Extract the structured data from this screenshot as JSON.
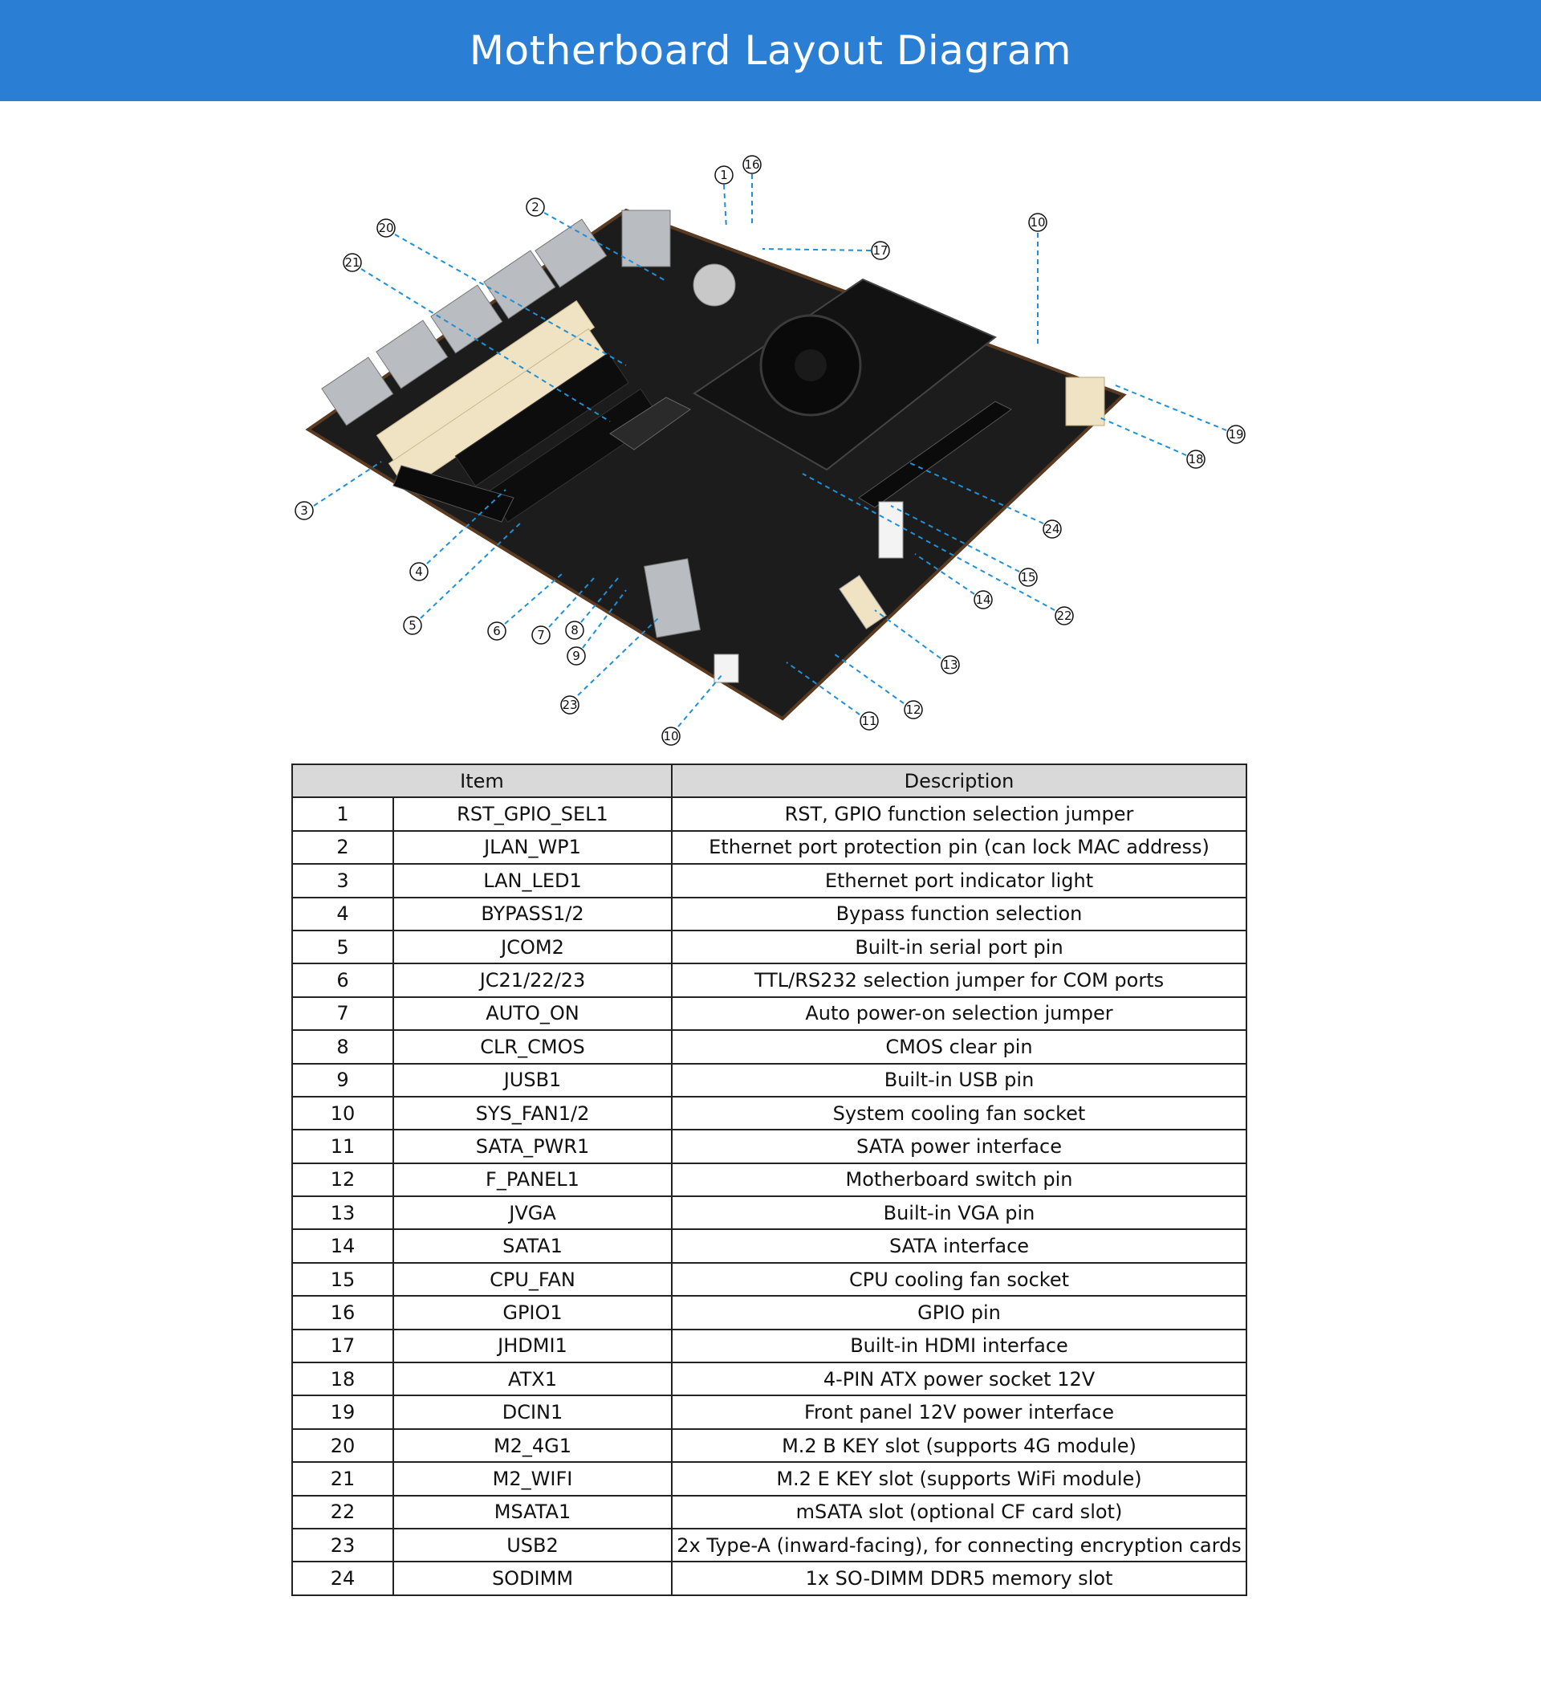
{
  "title": "Motherboard Layout Diagram",
  "colors": {
    "header": "#2a7fd4",
    "callout_line": "#1e90d6",
    "board": "#1c1c1c"
  },
  "callouts": [
    "1",
    "16",
    "2",
    "20",
    "21",
    "17",
    "10",
    "19",
    "18",
    "3",
    "24",
    "15",
    "14",
    "22",
    "4",
    "5",
    "6",
    "7",
    "8",
    "9",
    "13",
    "23",
    "12",
    "11",
    "10"
  ],
  "table": {
    "headers": [
      "Item",
      "Description"
    ],
    "rows": [
      [
        "1",
        "RST_GPIO_SEL1",
        "RST, GPIO function selection jumper"
      ],
      [
        "2",
        "JLAN_WP1",
        "Ethernet port protection pin (can lock MAC address)"
      ],
      [
        "3",
        "LAN_LED1",
        "Ethernet port indicator light"
      ],
      [
        "4",
        "BYPASS1/2",
        "Bypass function selection"
      ],
      [
        "5",
        "JCOM2",
        "Built-in serial port pin"
      ],
      [
        "6",
        "JC21/22/23",
        "TTL/RS232 selection jumper for COM ports"
      ],
      [
        "7",
        "AUTO_ON",
        "Auto power-on selection jumper"
      ],
      [
        "8",
        "CLR_CMOS",
        "CMOS clear pin"
      ],
      [
        "9",
        "JUSB1",
        "Built-in USB pin"
      ],
      [
        "10",
        "SYS_FAN1/2",
        "System cooling fan socket"
      ],
      [
        "11",
        "SATA_PWR1",
        "SATA power interface"
      ],
      [
        "12",
        "F_PANEL1",
        "Motherboard switch pin"
      ],
      [
        "13",
        "JVGA",
        "Built-in VGA pin"
      ],
      [
        "14",
        "SATA1",
        "SATA interface"
      ],
      [
        "15",
        "CPU_FAN",
        "CPU cooling fan socket"
      ],
      [
        "16",
        "GPIO1",
        "GPIO pin"
      ],
      [
        "17",
        "JHDMI1",
        "Built-in HDMI interface"
      ],
      [
        "18",
        "ATX1",
        "4-PIN ATX power socket 12V"
      ],
      [
        "19",
        "DCIN1",
        "Front panel 12V power interface"
      ],
      [
        "20",
        "M2_4G1",
        "M.2 B KEY slot (supports 4G module)"
      ],
      [
        "21",
        "M2_WIFI",
        "M.2 E KEY slot (supports WiFi module)"
      ],
      [
        "22",
        "MSATA1",
        "mSATA slot (optional CF card slot)"
      ],
      [
        "23",
        "USB2",
        "2x Type-A (inward-facing), for connecting encryption cards"
      ],
      [
        "24",
        "SODIMM",
        "1x SO-DIMM DDR5 memory slot"
      ]
    ]
  }
}
